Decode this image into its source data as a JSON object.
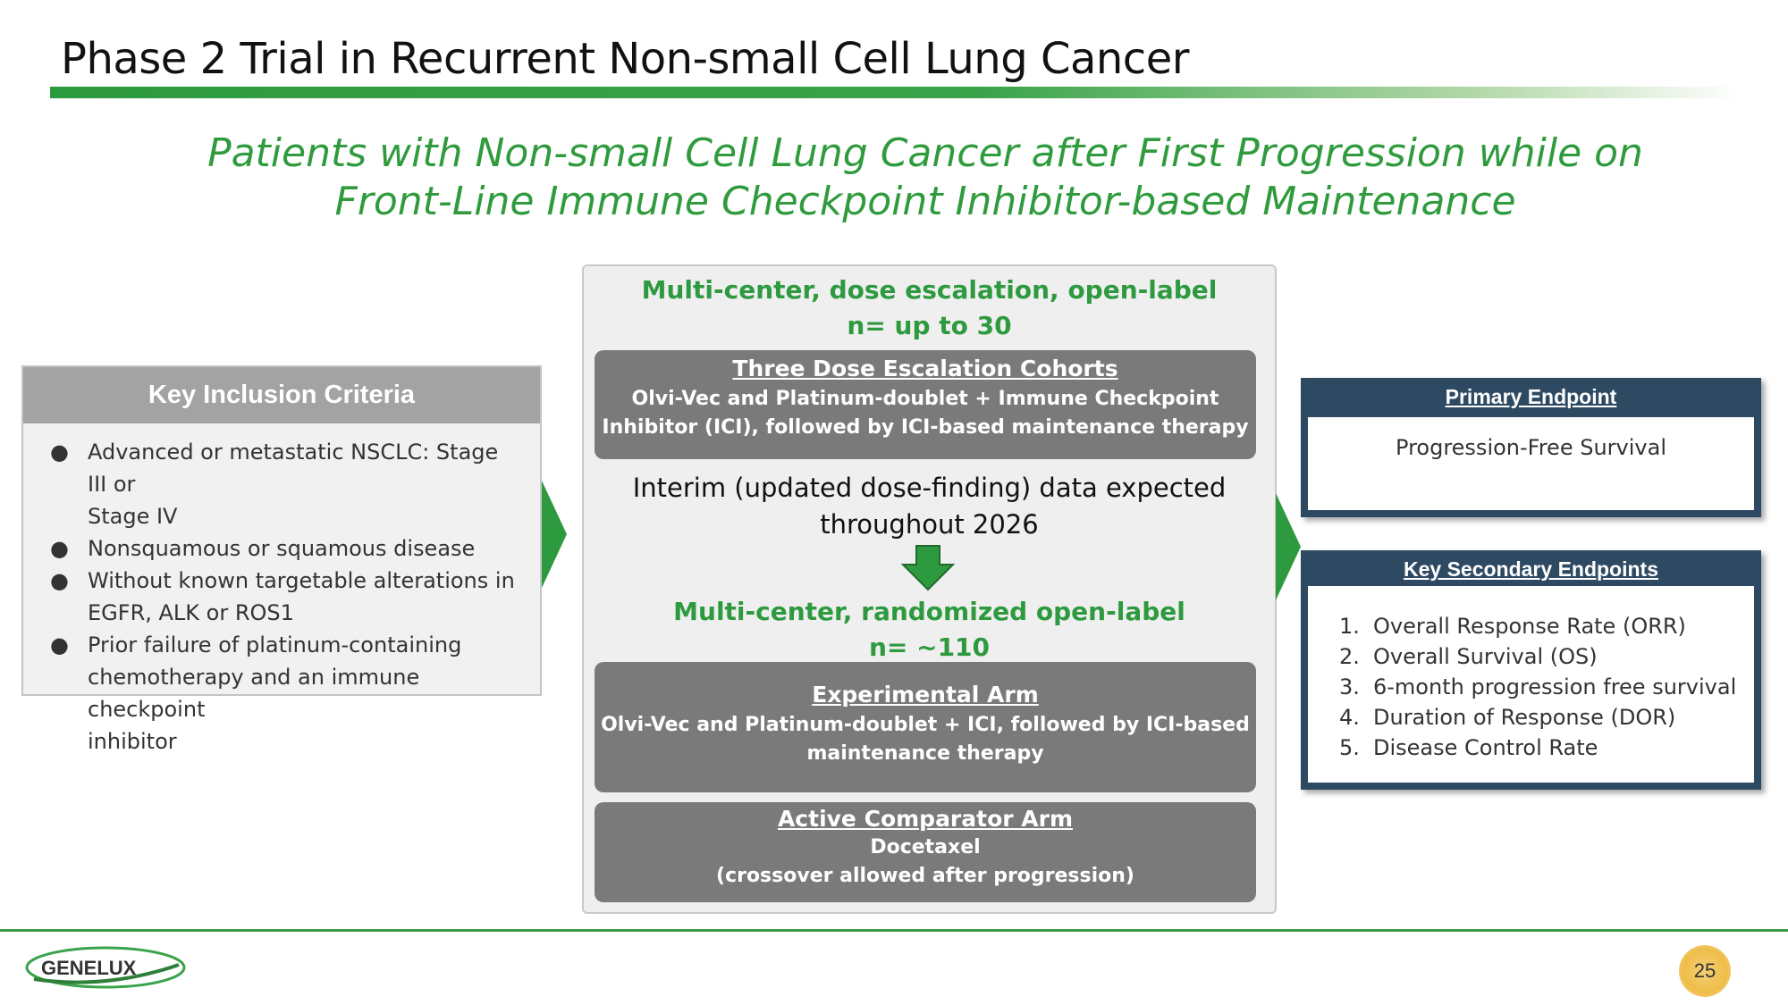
{
  "title": "Phase 2 Trial in Recurrent Non-small Cell Lung Cancer",
  "subtitle": {
    "line1": "Patients with Non-small Cell Lung Cancer after First Progression while on",
    "line2": "Front-Line Immune Checkpoint Inhibitor-based Maintenance"
  },
  "inclusion": {
    "heading": "Key Inclusion Criteria",
    "items": [
      [
        "Advanced or metastatic NSCLC: Stage III or",
        "Stage IV"
      ],
      [
        "Nonsquamous or squamous disease"
      ],
      [
        "Without known targetable alterations in",
        "EGFR, ALK or ROS1"
      ],
      [
        "Prior failure of platinum-containing",
        "chemotherapy and an immune checkpoint",
        "inhibitor"
      ]
    ]
  },
  "phase_a": {
    "heading1": "Multi-center, dose escalation, open-label",
    "heading2": "n= up to 30",
    "box_title": "Three Dose Escalation Cohorts",
    "box_line1": "Olvi-Vec and Platinum-doublet + Immune Checkpoint",
    "box_line2": "Inhibitor (ICI), followed by ICI-based maintenance therapy"
  },
  "interim": {
    "line1": "Interim (updated dose-finding) data expected",
    "line2": "throughout 2026"
  },
  "phase_b": {
    "heading1": "Multi-center, randomized open-label",
    "heading2": "n= ~110",
    "exp_title": "Experimental Arm",
    "exp_line1": "Olvi-Vec and Platinum-doublet + ICI, followed by ICI-based",
    "exp_line2": "maintenance therapy",
    "comp_title": "Active Comparator Arm",
    "comp_line1": "Docetaxel",
    "comp_line2": "(crossover allowed after progression)"
  },
  "primary_endpoint": {
    "heading": "Primary Endpoint",
    "value": "Progression-Free Survival"
  },
  "secondary_endpoints": {
    "heading": "Key Secondary Endpoints",
    "items": [
      {
        "num": "1.",
        "text": "Overall Response Rate (ORR)"
      },
      {
        "num": "2.",
        "text": "Overall Survival  (OS)"
      },
      {
        "num": "3.",
        "text": "6-month progression free survival"
      },
      {
        "num": "4.",
        "text": "Duration of Response (DOR)"
      },
      {
        "num": "5.",
        "text": "Disease Control Rate"
      }
    ]
  },
  "footer": {
    "logo_text": "GENELUX",
    "page_number": "25"
  },
  "colors": {
    "accent_green": "#2e9a3f",
    "navy": "#2e4a63",
    "gray_box": "#7a7a7a"
  }
}
